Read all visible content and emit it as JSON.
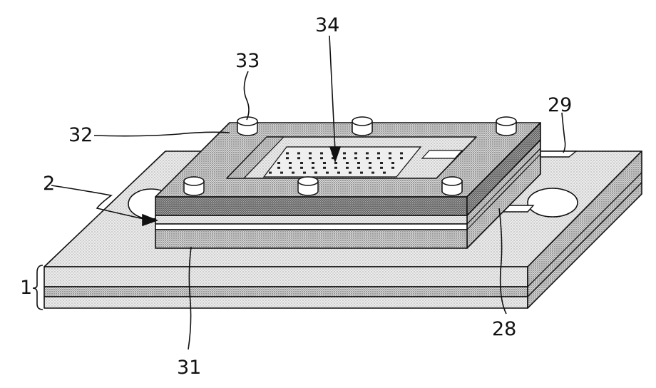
{
  "figure": {
    "reference_labels": [
      {
        "key": "label_1",
        "text": "1"
      },
      {
        "key": "label_2",
        "text": "2"
      },
      {
        "key": "label_28",
        "text": "28"
      },
      {
        "key": "label_29",
        "text": "29"
      },
      {
        "key": "label_31",
        "text": "31"
      },
      {
        "key": "label_32",
        "text": "32"
      },
      {
        "key": "label_33",
        "text": "33"
      },
      {
        "key": "label_34",
        "text": "34"
      }
    ],
    "colors": {
      "line": "#111111",
      "stipple_light": "#d9d9d9",
      "stipple_mid": "#bdbdbd",
      "stipple_dark": "#8f8f8f",
      "paper": "#ffffff"
    }
  }
}
